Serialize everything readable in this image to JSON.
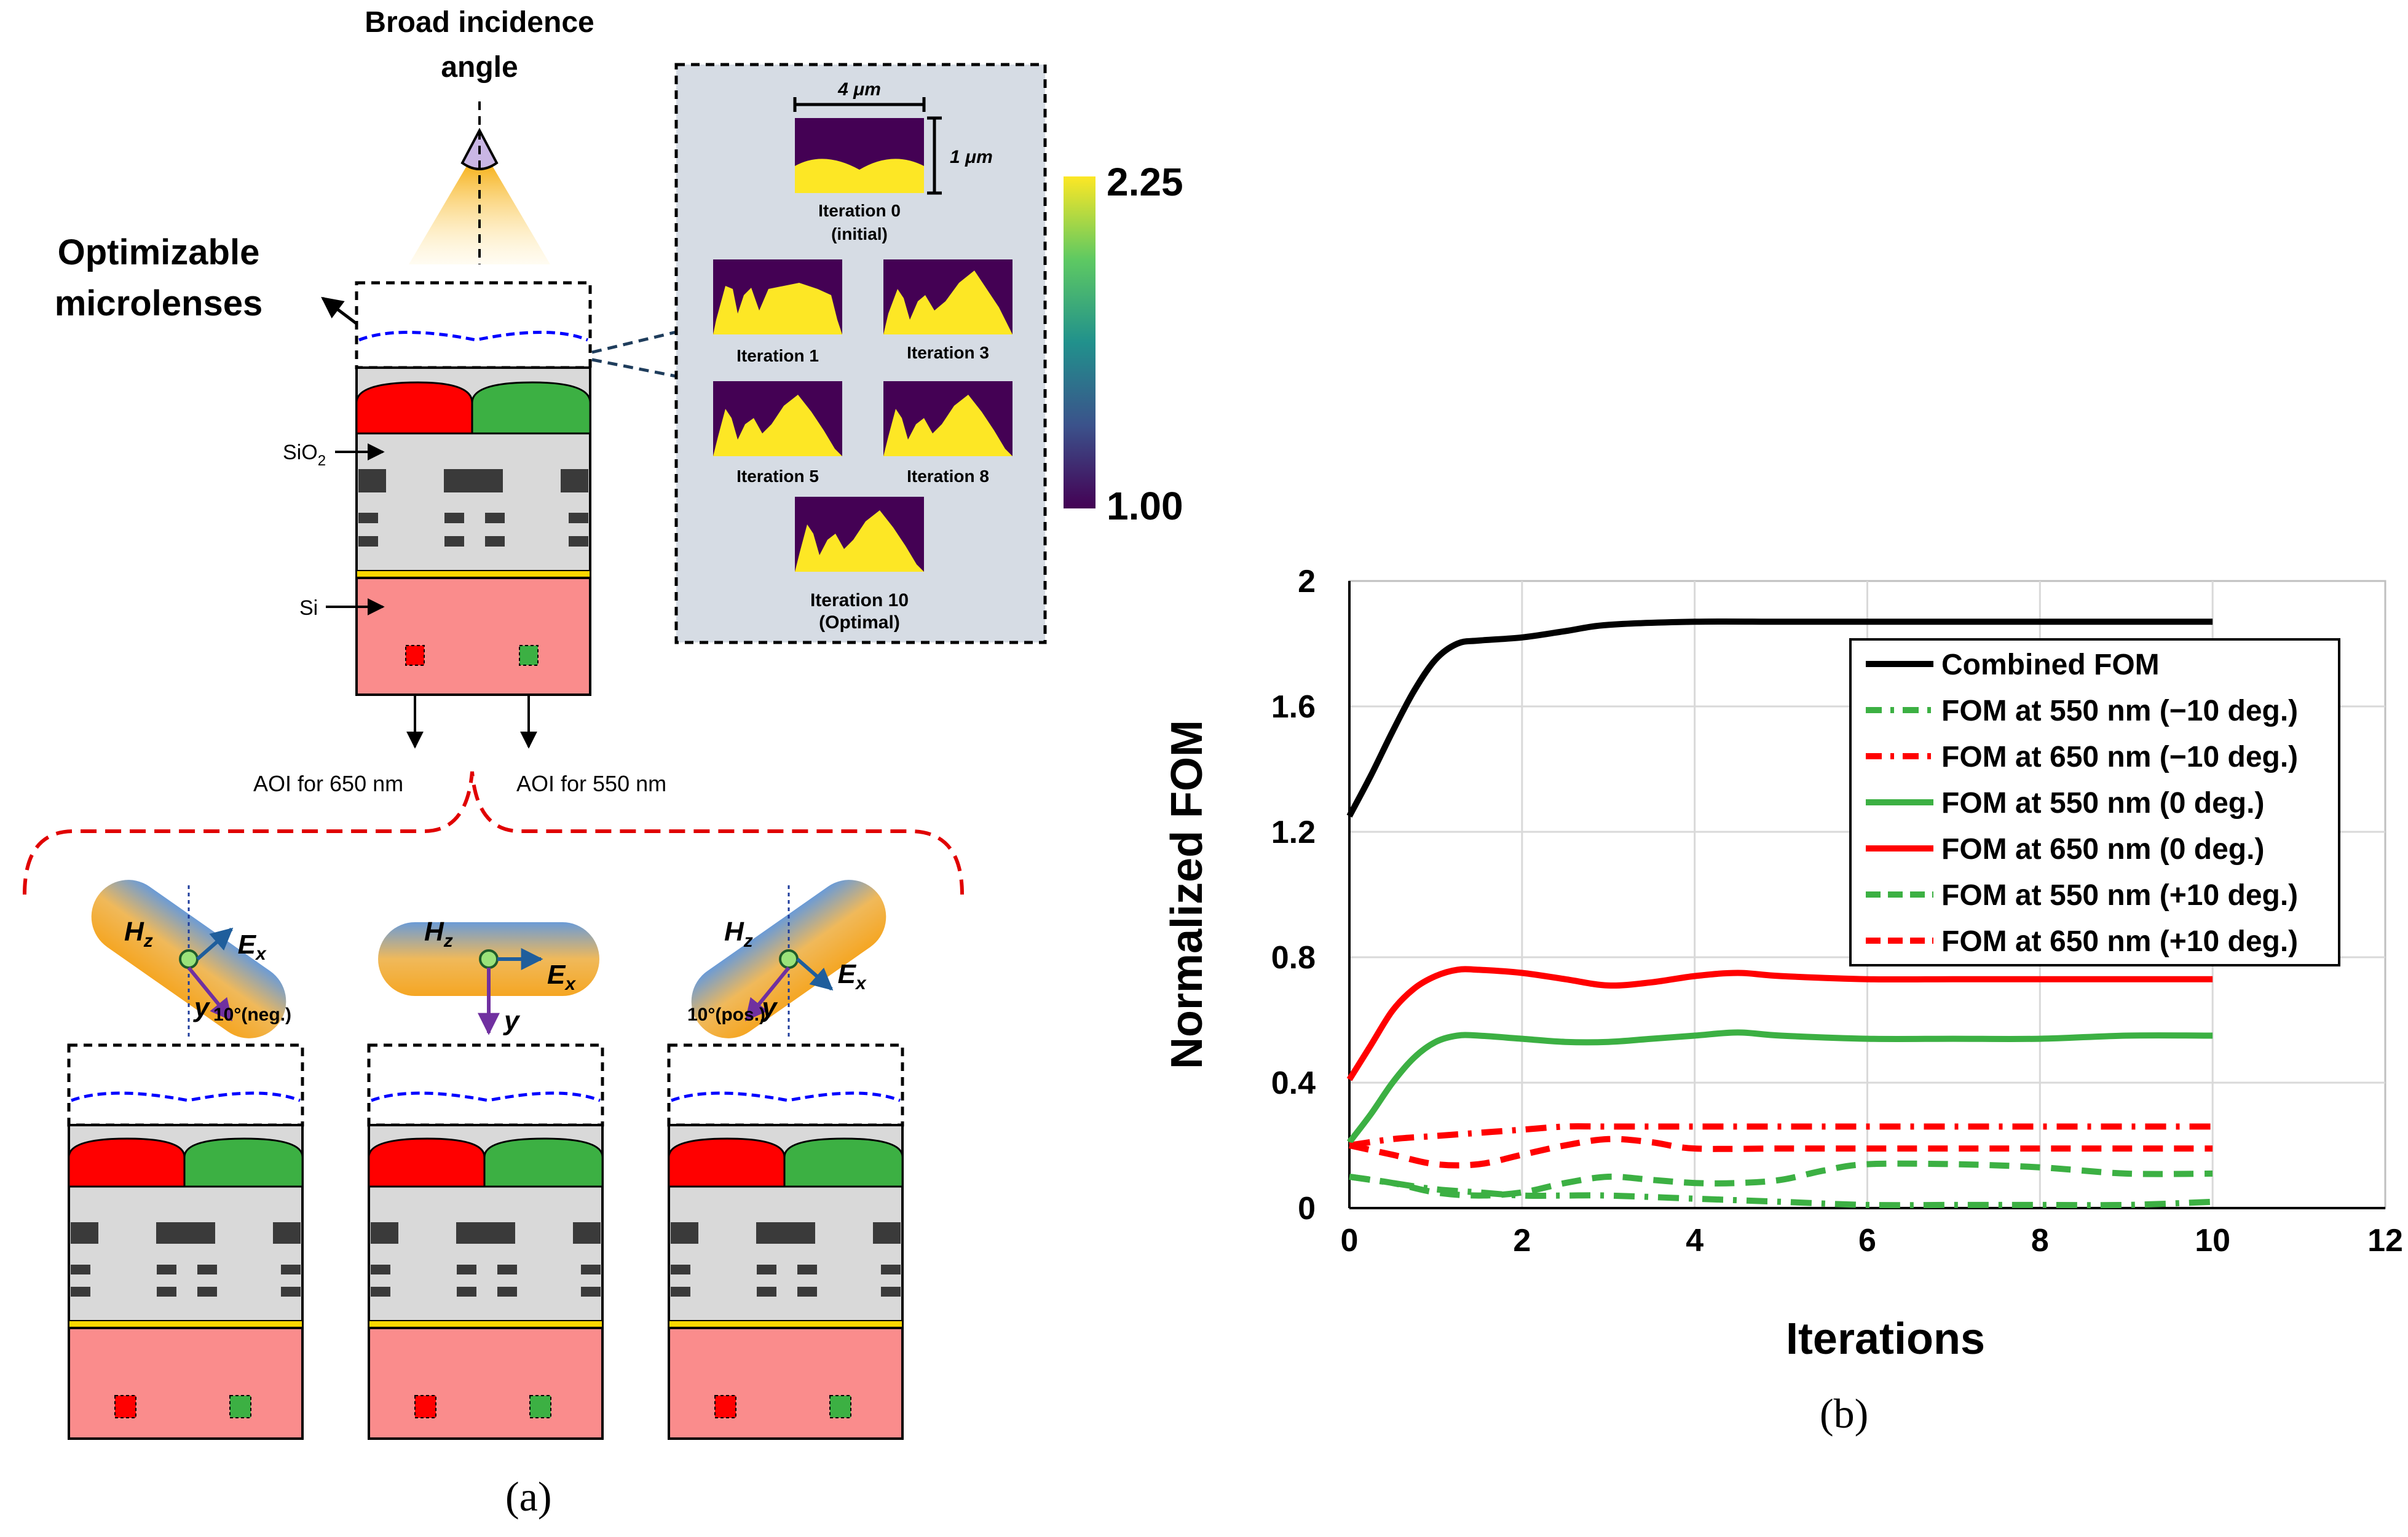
{
  "figure": {
    "panel_a_label": "(a)",
    "panel_b_label": "(b)"
  },
  "panel_a": {
    "source_label": "Broad incidence angle",
    "source_label_line1": "Broad incidence",
    "source_label_line2": "angle",
    "optimizable_line1": "Optimizable",
    "optimizable_line2": "microlenses",
    "sio2_label": "SiO",
    "sio2_subscript": "2",
    "si_label": "Si",
    "aoi_650": "AOI for 650 nm",
    "aoi_550": "AOI for 550 nm",
    "inset": {
      "width_label": "4 μm",
      "height_label": "1 μm",
      "iterations": [
        {
          "label": "Iteration 0",
          "sublabel": "(initial)"
        },
        {
          "label": "Iteration 1",
          "sublabel": ""
        },
        {
          "label": "Iteration 3",
          "sublabel": ""
        },
        {
          "label": "Iteration 5",
          "sublabel": ""
        },
        {
          "label": "Iteration 8",
          "sublabel": ""
        },
        {
          "label": "Iteration 10",
          "sublabel": "(Optimal)"
        }
      ],
      "colorbar": {
        "max_label": "2.25",
        "min_label": "1.00",
        "max": 2.25,
        "min": 1.0
      }
    },
    "incidence": [
      {
        "hz": "H",
        "hz_sub": "z",
        "ex": "E",
        "ex_sub": "x",
        "y": "y",
        "angle": "10°(neg.)"
      },
      {
        "hz": "H",
        "hz_sub": "z",
        "ex": "E",
        "ex_sub": "x",
        "y": "y",
        "angle": ""
      },
      {
        "hz": "H",
        "hz_sub": "z",
        "ex": "E",
        "ex_sub": "x",
        "y": "y",
        "angle": "10°(pos.)"
      }
    ],
    "colors": {
      "red_filter": "#ff0000",
      "green_filter": "#3cb043",
      "si": "#fa8c8c",
      "sio2": "#d9d9d9",
      "dielectric": "#ffd700",
      "lens": "#0000ff",
      "inset_bg": "#d6dce4"
    }
  },
  "chart_data": {
    "type": "line",
    "xlabel": "Iterations",
    "ylabel": "Normalized FOM",
    "xlim": [
      0,
      12
    ],
    "ylim": [
      0,
      2
    ],
    "xticks": [
      0,
      2,
      4,
      6,
      8,
      10,
      12
    ],
    "yticks": [
      0,
      0.4,
      0.8,
      1.2,
      1.6,
      2
    ],
    "ytick_labels": [
      "0",
      "0.4",
      "0.8",
      "1.2",
      "1.6",
      "2"
    ],
    "xtick_labels": [
      "0",
      "2",
      "4",
      "6",
      "8",
      "10",
      "12"
    ],
    "grid": true,
    "legend_position": "top-right",
    "series": [
      {
        "name": "Combined FOM",
        "color": "#000000",
        "style": "solid",
        "x": [
          0,
          0.25,
          0.5,
          0.75,
          1,
          1.25,
          1.5,
          2,
          2.5,
          3,
          4,
          5,
          6,
          7,
          8,
          9,
          10
        ],
        "y": [
          1.25,
          1.38,
          1.52,
          1.65,
          1.75,
          1.8,
          1.81,
          1.82,
          1.84,
          1.86,
          1.87,
          1.87,
          1.87,
          1.87,
          1.87,
          1.87,
          1.87
        ]
      },
      {
        "name": "FOM at 550 nm (−10 deg.)",
        "color": "#3cb043",
        "style": "dashdot",
        "x": [
          0,
          0.5,
          1,
          1.5,
          2,
          2.5,
          3,
          4,
          5,
          6,
          7,
          8,
          9,
          10
        ],
        "y": [
          0.1,
          0.08,
          0.06,
          0.05,
          0.04,
          0.04,
          0.04,
          0.03,
          0.02,
          0.01,
          0.01,
          0.01,
          0.01,
          0.02
        ]
      },
      {
        "name": "FOM at 650 nm (−10 deg.)",
        "color": "#ff0000",
        "style": "dashdot",
        "x": [
          0,
          0.5,
          1,
          1.5,
          2,
          2.5,
          3,
          4,
          5,
          6,
          7,
          8,
          9,
          10
        ],
        "y": [
          0.2,
          0.22,
          0.23,
          0.24,
          0.25,
          0.26,
          0.26,
          0.26,
          0.26,
          0.26,
          0.26,
          0.26,
          0.26,
          0.26
        ]
      },
      {
        "name": "FOM at 550 nm (0 deg.)",
        "color": "#3cb043",
        "style": "solid",
        "x": [
          0,
          0.25,
          0.5,
          0.75,
          1,
          1.25,
          1.5,
          2,
          2.5,
          3,
          3.5,
          4,
          4.5,
          5,
          6,
          7,
          8,
          9,
          10
        ],
        "y": [
          0.21,
          0.3,
          0.4,
          0.48,
          0.53,
          0.55,
          0.55,
          0.54,
          0.53,
          0.53,
          0.54,
          0.55,
          0.56,
          0.55,
          0.54,
          0.54,
          0.54,
          0.55,
          0.55
        ]
      },
      {
        "name": "FOM at 650 nm (0 deg.)",
        "color": "#ff0000",
        "style": "solid",
        "x": [
          0,
          0.25,
          0.5,
          0.75,
          1,
          1.25,
          1.5,
          2,
          2.5,
          3,
          3.5,
          4,
          4.5,
          5,
          6,
          7,
          8,
          9,
          10
        ],
        "y": [
          0.41,
          0.52,
          0.63,
          0.7,
          0.74,
          0.76,
          0.76,
          0.75,
          0.73,
          0.71,
          0.72,
          0.74,
          0.75,
          0.74,
          0.73,
          0.73,
          0.73,
          0.73,
          0.73
        ]
      },
      {
        "name": "FOM at 550 nm (+10 deg.)",
        "color": "#3cb043",
        "style": "dashed",
        "x": [
          0,
          0.5,
          1,
          1.5,
          2,
          2.5,
          3,
          3.5,
          4,
          4.5,
          5,
          5.5,
          6,
          7,
          8,
          9,
          10
        ],
        "y": [
          0.1,
          0.08,
          0.05,
          0.04,
          0.05,
          0.08,
          0.1,
          0.09,
          0.08,
          0.08,
          0.09,
          0.12,
          0.14,
          0.14,
          0.13,
          0.11,
          0.11
        ]
      },
      {
        "name": "FOM at 650 nm (+10 deg.)",
        "color": "#ff0000",
        "style": "dashed",
        "x": [
          0,
          0.5,
          1,
          1.5,
          2,
          2.5,
          3,
          3.5,
          4,
          5,
          6,
          7,
          8,
          9,
          10
        ],
        "y": [
          0.2,
          0.17,
          0.14,
          0.14,
          0.17,
          0.2,
          0.22,
          0.21,
          0.19,
          0.19,
          0.19,
          0.19,
          0.19,
          0.19,
          0.19
        ]
      }
    ]
  }
}
